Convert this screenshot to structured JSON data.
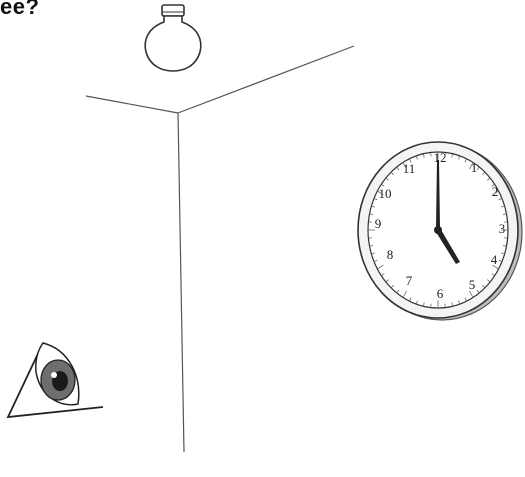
{
  "heading": "ee?",
  "clock": {
    "numerals": [
      "12",
      "1",
      "2",
      "3",
      "4",
      "5",
      "6",
      "7",
      "8",
      "9",
      "10",
      "11"
    ],
    "time_shown": "5:00"
  },
  "icons": {
    "bulb": "light-bulb-icon",
    "clock": "wall-clock-icon",
    "eye": "eye-icon"
  },
  "colors": {
    "line": "#444444",
    "iris": "#6e6e6e",
    "pupil": "#1a1a1a"
  }
}
